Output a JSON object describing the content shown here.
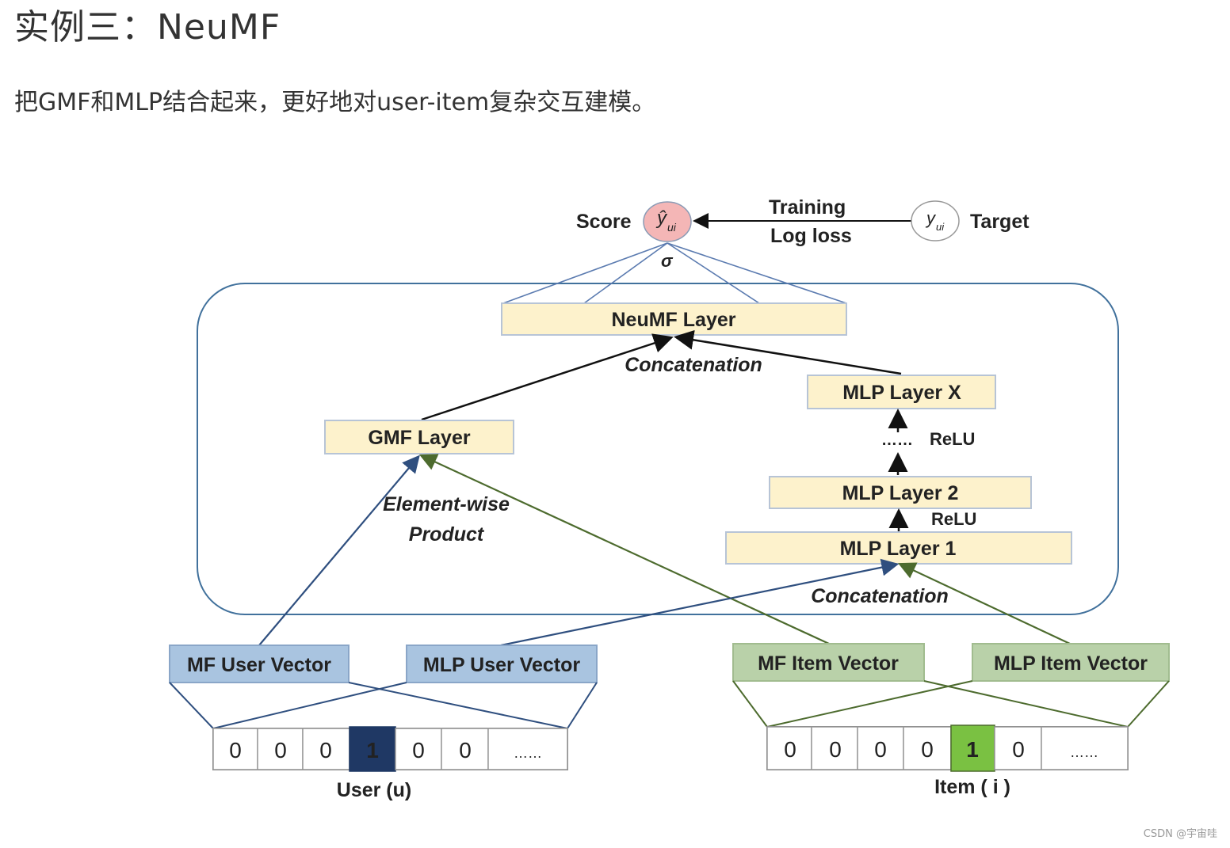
{
  "header": {
    "title": "实例三：NeuMF",
    "description": "把GMF和MLP结合起来，更好地对user-item复杂交互建模。"
  },
  "diagram": {
    "score_label": "Score",
    "score_symbol": "ŷ",
    "score_subscript": "ui",
    "sigma": "σ",
    "training_label": "Training",
    "logloss_label": "Log loss",
    "target_symbol": "y",
    "target_subscript": "ui",
    "target_label": "Target",
    "neumf_layer": "NeuMF Layer",
    "concat_top": "Concatenation",
    "gmf_layer": "GMF Layer",
    "mlp_layer_x": "MLP Layer X",
    "dots": "……",
    "relu_1": "ReLU",
    "mlp_layer_2": "MLP Layer 2",
    "relu_2": "ReLU",
    "mlp_layer_1": "MLP Layer 1",
    "elementwise": "Element-wise",
    "product": "Product",
    "concat_bottom": "Concatenation",
    "mf_user_vector": "MF User Vector",
    "mlp_user_vector": "MLP User Vector",
    "mf_item_vector": "MF Item Vector",
    "mlp_item_vector": "MLP Item Vector",
    "user_cells": [
      "0",
      "0",
      "0",
      "1",
      "0",
      "0",
      "……"
    ],
    "item_cells": [
      "0",
      "0",
      "0",
      "0",
      "1",
      "0",
      "……"
    ],
    "user_label": "User (u)",
    "item_label": "Item ( i )"
  },
  "colors": {
    "layer_fill": "#fdf2cc",
    "user_vector_fill": "#a9c4e0",
    "item_vector_fill": "#b9d1a9",
    "user_one_cell": "#1f3864",
    "item_one_cell": "#7ac142",
    "score_fill": "#f4b6b6",
    "frame_stroke": "#41719c",
    "user_arrow": "#2f4f7f",
    "item_arrow": "#4d6b2e"
  },
  "watermark": "CSDN @宇宙哇"
}
